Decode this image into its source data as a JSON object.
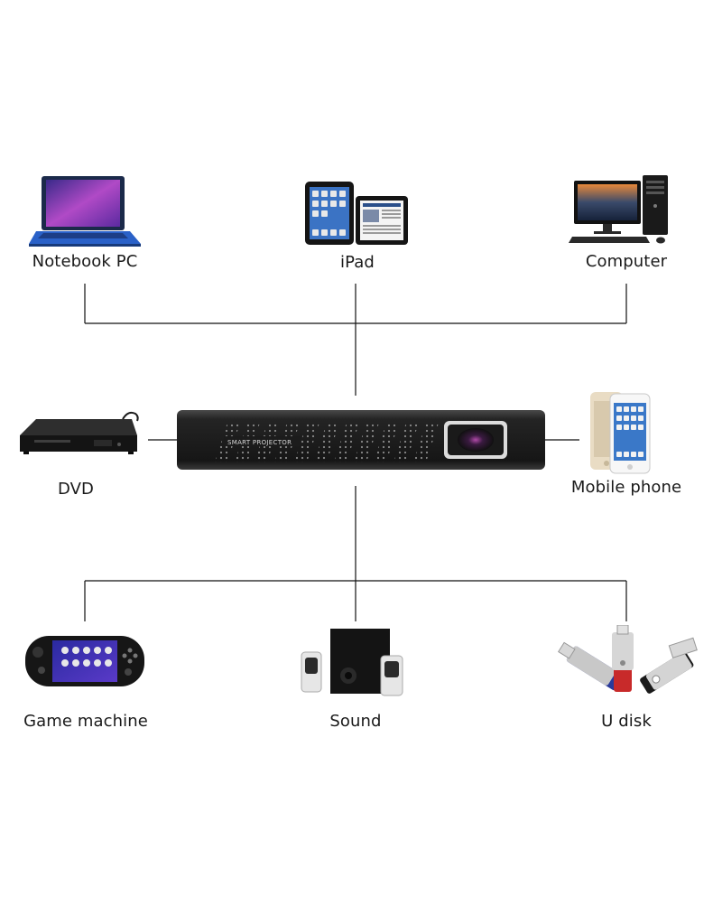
{
  "devices": {
    "notebook": {
      "label": "Notebook PC"
    },
    "ipad": {
      "label": "iPad"
    },
    "computer": {
      "label": "Computer"
    },
    "dvd": {
      "label": "DVD"
    },
    "mobile": {
      "label": "Mobile phone"
    },
    "game": {
      "label": "Game machine"
    },
    "sound": {
      "label": "Sound"
    },
    "udisk": {
      "label": "U disk"
    }
  },
  "projector": {
    "text": "SMART PROJECTOR"
  },
  "colors": {
    "line": "#111111",
    "projector_body": "#1e1e1e",
    "laptop_blue": "#2a61c8"
  }
}
